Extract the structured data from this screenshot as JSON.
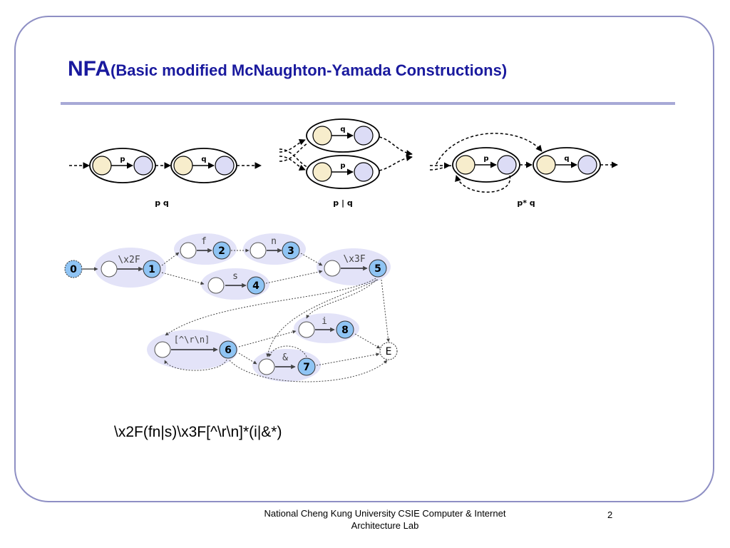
{
  "slide": {
    "title_main": "NFA",
    "title_sub": "(Basic modified McNaughton-Yamada Constructions)",
    "regex": "\\x2F(fn|s)\\x3F[^\\r\\n]*(i|&*)",
    "footer": "National Cheng Kung University CSIE Computer & Internet Architecture Lab",
    "page_number": "2"
  },
  "constructions": {
    "concat": {
      "caption": "p q",
      "edge_1": "p",
      "edge_2": "q"
    },
    "union": {
      "caption": "p | q",
      "edge_top": "q",
      "edge_bottom": "p"
    },
    "star": {
      "caption": "p* q",
      "edge_1": "p",
      "edge_2": "q"
    }
  },
  "nfa": {
    "states": [
      {
        "id": "0",
        "label": "0"
      },
      {
        "id": "1",
        "label": "1"
      },
      {
        "id": "2",
        "label": "2"
      },
      {
        "id": "3",
        "label": "3"
      },
      {
        "id": "4",
        "label": "4"
      },
      {
        "id": "5",
        "label": "5"
      },
      {
        "id": "6",
        "label": "6"
      },
      {
        "id": "7",
        "label": "7"
      },
      {
        "id": "8",
        "label": "8"
      },
      {
        "id": "E",
        "label": "E"
      }
    ],
    "edge_labels": {
      "x2F": "\\x2F",
      "f": "f",
      "n": "n",
      "s": "s",
      "x3F": "\\x3F",
      "class": "[^\\r\\n]",
      "i": "i",
      "amp": "&"
    }
  },
  "colors": {
    "title": "#1a1a9e",
    "frame": "#8e8fc4",
    "rule": "#a7a9d6",
    "node_start": "#f7edcc",
    "node_end": "#dcdcf6",
    "nfa_state": "#8fc4f4",
    "nfa_blob": "#e3e3f8"
  }
}
